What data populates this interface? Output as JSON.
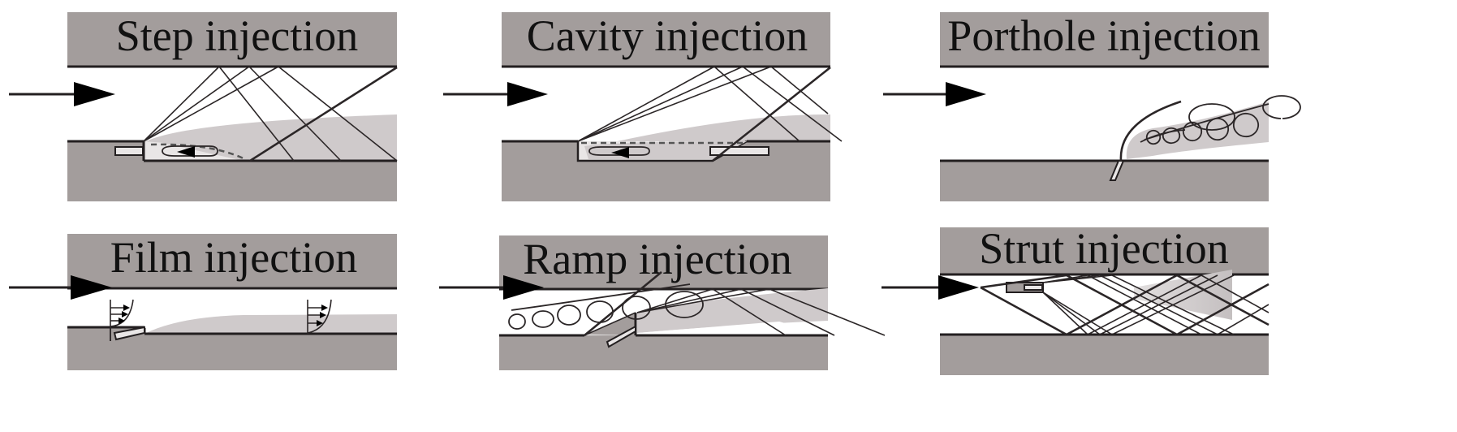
{
  "figure": {
    "panels": [
      {
        "id": "step",
        "title": "Step injection"
      },
      {
        "id": "cavity",
        "title": "Cavity injection"
      },
      {
        "id": "porthole",
        "title": "Porthole injection"
      },
      {
        "id": "film",
        "title": "Film injection"
      },
      {
        "id": "ramp",
        "title": "Ramp injection"
      },
      {
        "id": "strut",
        "title": "Strut injection"
      }
    ],
    "colors": {
      "wall": "#a39d9c",
      "plume": "#cfcacb",
      "line": "#231f20",
      "background": "#ffffff"
    }
  }
}
